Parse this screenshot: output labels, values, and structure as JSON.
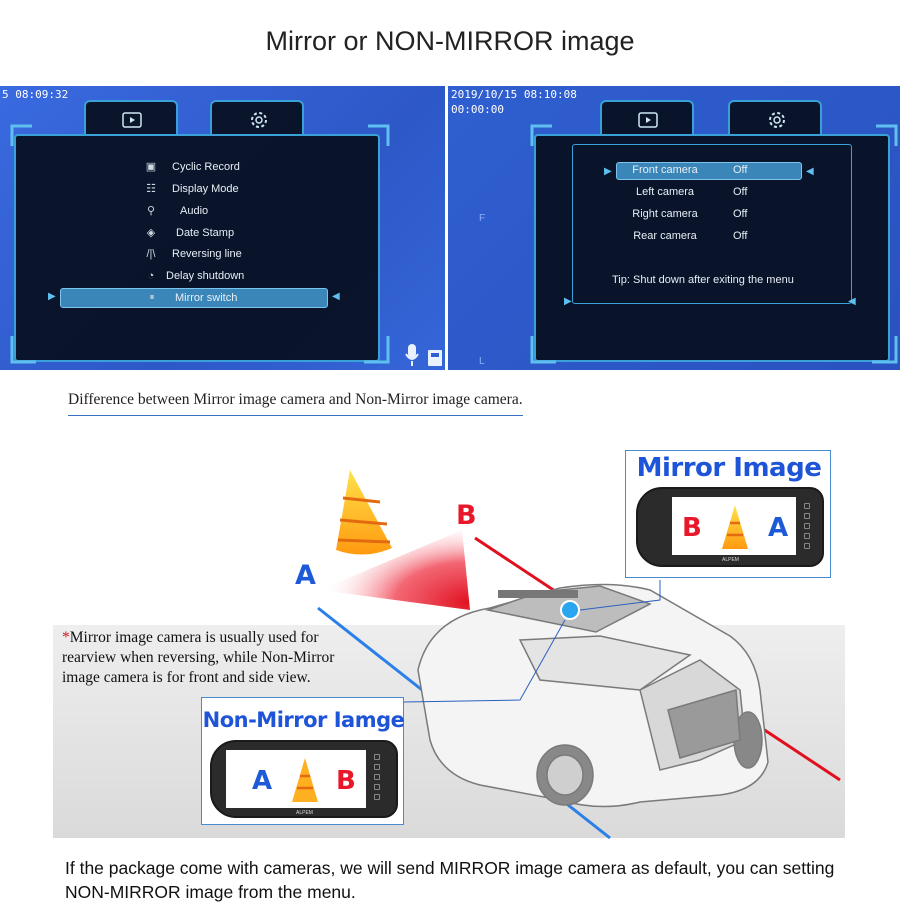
{
  "title": "Mirror or NON-MIRROR image",
  "left_screen": {
    "timestamp": "5 08:09:32",
    "menu_items": [
      {
        "icon": "camera-icon",
        "label": "Cyclic Record"
      },
      {
        "icon": "display-icon",
        "label": "Display Mode"
      },
      {
        "icon": "audio-icon",
        "label": "Audio"
      },
      {
        "icon": "tag-icon",
        "label": "Date Stamp"
      },
      {
        "icon": "reversing-line-icon",
        "label": "Reversing line"
      },
      {
        "icon": "timer-icon",
        "label": "Delay shutdown"
      },
      {
        "icon": "mirror-switch-icon",
        "label": "Mirror switch"
      }
    ],
    "selected_item": "Mirror switch"
  },
  "right_screen": {
    "timestamp": "2019/10/15  08:10:08",
    "duration": "00:00:00",
    "cameras": [
      {
        "label": "Front camera",
        "value": "Off"
      },
      {
        "label": "Left camera",
        "value": "Off"
      },
      {
        "label": "Right camera",
        "value": "Off"
      },
      {
        "label": "Rear camera",
        "value": "Off"
      }
    ],
    "selected_camera": "Front camera",
    "tip": "Tip: Shut down after exiting the menu",
    "side_letter_f": "F",
    "side_letter_l": "L"
  },
  "caption": "Difference between Mirror image camera and Non-Mirror image camera.",
  "diagram": {
    "label_a": "A",
    "label_b": "B",
    "mirror_callout_title": "Mirror Image",
    "non_mirror_callout_title": "Non-Mirror  Iamge",
    "mirror_brand": "ALPEM"
  },
  "note": {
    "star": "*",
    "text": "Mirror image camera is usually used for rearview when reversing, while Non-Mirror image camera is for front and side view."
  },
  "footer": "If the package come with cameras, we will send MIRROR image camera as default, you can setting NON-MIRROR image from the menu.",
  "colors": {
    "accent_blue": "#1e54d8",
    "red": "#e8182a",
    "screen_blue": "#2f5fd0"
  }
}
